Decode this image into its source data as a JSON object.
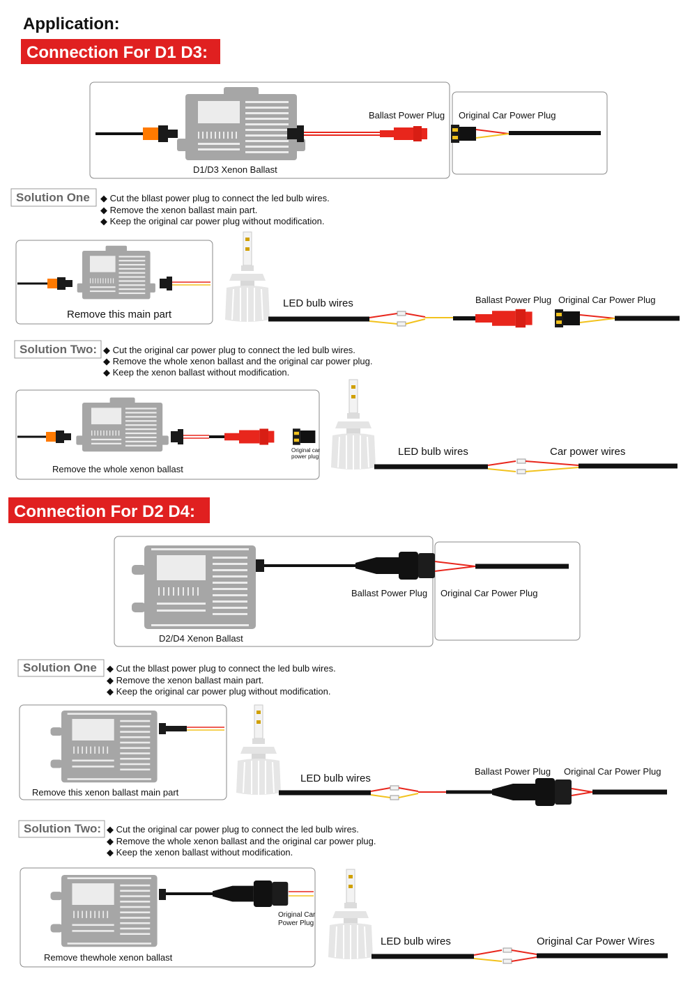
{
  "page_title": "Application:",
  "colors": {
    "banner": "#e02020",
    "wire_red": "#e8261c",
    "wire_yellow": "#f2c21d",
    "boot_orange": "#ff7a00",
    "box_border": "#888888",
    "ballast_gray": "#a6a6a6"
  },
  "section_d1d3": {
    "banner": "Connection For D1 D3:",
    "diagram": {
      "ballast_label": "D1/D3 Xenon Ballast",
      "ballast_plug_label": "Ballast Power Plug",
      "car_plug_label": "Original Car Power Plug"
    },
    "solution_one": {
      "label": "Solution One",
      "bullets": [
        "Cut the bllast power plug to connect the led bulb wires.",
        "Remove the xenon ballast main part.",
        "Keep the original car power plug without modification."
      ],
      "remove_caption": "Remove this main part",
      "led_wires_label": "LED bulb wires",
      "ballast_plug_label": "Ballast Power Plug",
      "car_plug_label": "Original Car Power Plug"
    },
    "solution_two": {
      "label": "Solution Two:",
      "bullets": [
        "Cut the original car power plug to connect the led bulb wires.",
        "Remove the whole xenon ballast and the original car power plug.",
        "Keep the xenon ballast without modification."
      ],
      "remove_caption": "Remove the whole xenon ballast",
      "small_plug_line1": "Original car",
      "small_plug_line2": "power plug",
      "led_wires_label": "LED bulb wires",
      "car_wires_label": "Car power wires"
    }
  },
  "section_d2d4": {
    "banner": "Connection For D2 D4:",
    "diagram": {
      "ballast_label": "D2/D4 Xenon Ballast",
      "ballast_plug_label": "Ballast Power Plug",
      "car_plug_label": "Original Car Power Plug"
    },
    "solution_one": {
      "label": "Solution One",
      "bullets": [
        "Cut the bllast power plug to connect the led bulb wires.",
        "Remove the xenon ballast main part.",
        "Keep the original car power plug without modification."
      ],
      "remove_caption": "Remove this xenon ballast main part",
      "led_wires_label": "LED bulb wires",
      "ballast_plug_label": "Ballast Power Plug",
      "car_plug_label": "Original Car Power Plug"
    },
    "solution_two": {
      "label": "Solution Two:",
      "bullets": [
        "Cut the original car power plug to connect the led bulb wires.",
        "Remove the whole xenon ballast and the original car power plug.",
        "Keep the xenon ballast without modification."
      ],
      "remove_caption": "Remove thewhole xenon ballast",
      "small_plug_line1": "Original Car",
      "small_plug_line2": "Power Plug",
      "led_wires_label": "LED bulb wires",
      "car_wires_label": "Original Car Power Wires"
    }
  }
}
